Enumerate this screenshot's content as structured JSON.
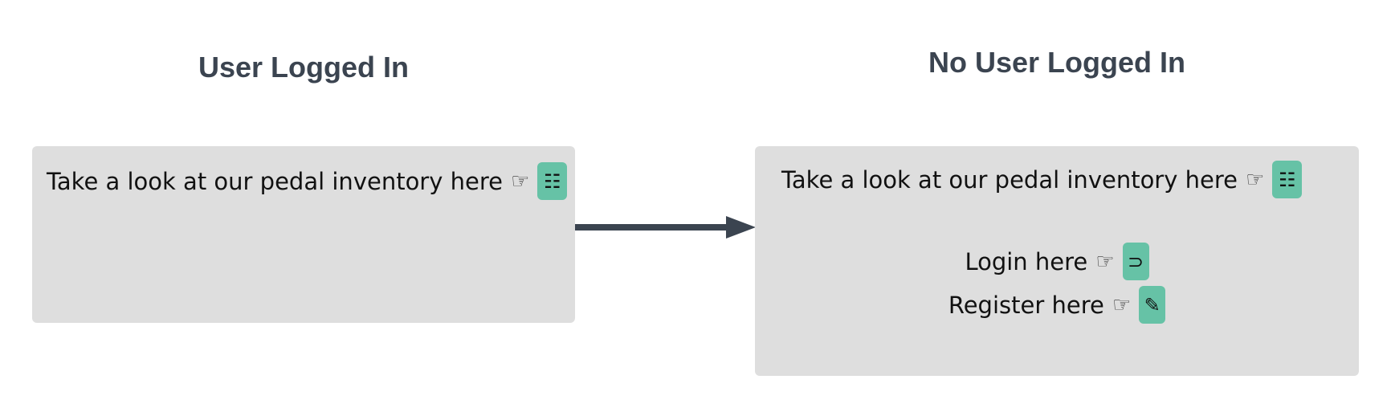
{
  "headings": {
    "left": "User Logged In",
    "right": "No User Logged In"
  },
  "left_panel": {
    "inventory_text": "Take a look at our pedal inventory here",
    "pointer_glyph": "☞",
    "inventory_icon_glyph": "☷",
    "inventory_icon": "list-icon"
  },
  "right_panel": {
    "inventory_text": "Take a look at our pedal inventory here",
    "login_text": "Login here",
    "register_text": "Register here",
    "pointer_glyph": "☞",
    "inventory_icon_glyph": "☷",
    "login_icon_glyph": "⊃",
    "register_icon_glyph": "✎",
    "inventory_icon": "list-icon",
    "login_icon": "login-icon",
    "register_icon": "pencil-icon"
  },
  "colors": {
    "panel_background": "#dedede",
    "icon_tile": "#66c2a6",
    "heading_text": "#3b4450",
    "arrow": "#3b4450"
  }
}
